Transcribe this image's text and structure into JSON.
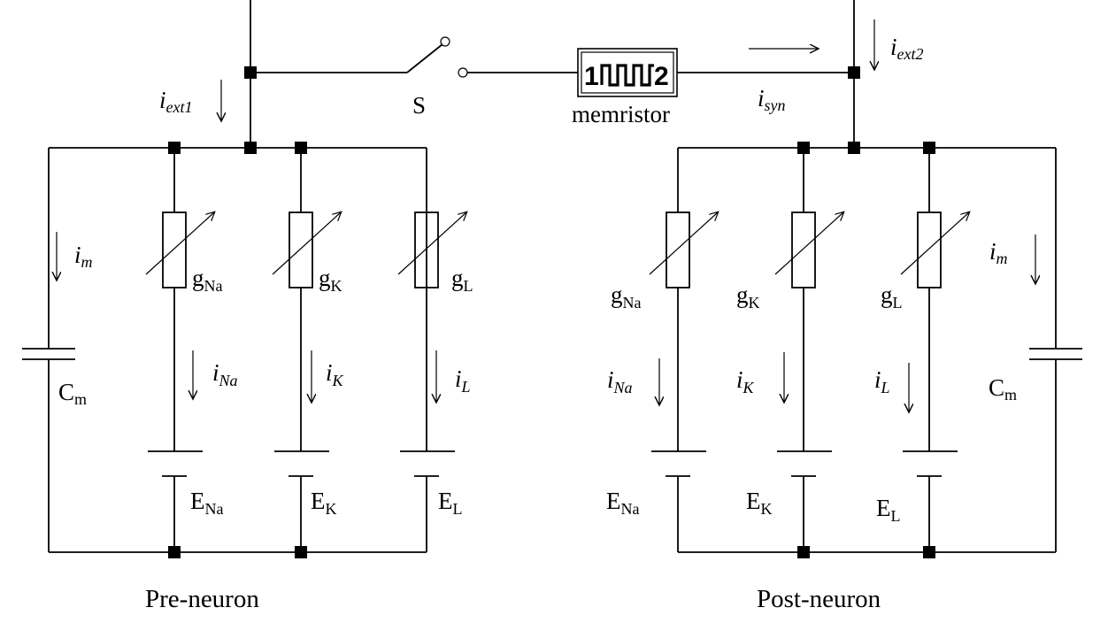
{
  "labels": {
    "switch": "S",
    "memristor": "memristor",
    "memristor_pin1": "1",
    "memristor_pin2": "2",
    "pre_neuron": "Pre-neuron",
    "post_neuron": "Post-neuron"
  },
  "currents": {
    "i": "i",
    "ext1": "ext1",
    "ext2": "ext2",
    "syn": "syn",
    "m": "m",
    "Na": "Na",
    "K": "K",
    "L": "L"
  },
  "conductances": {
    "g": "g",
    "Na": "Na",
    "K": "K",
    "L": "L"
  },
  "reversal_potentials": {
    "E": "E",
    "Na": "Na",
    "K": "K",
    "L": "L"
  },
  "capacitance": {
    "C": "C",
    "m": "m"
  }
}
